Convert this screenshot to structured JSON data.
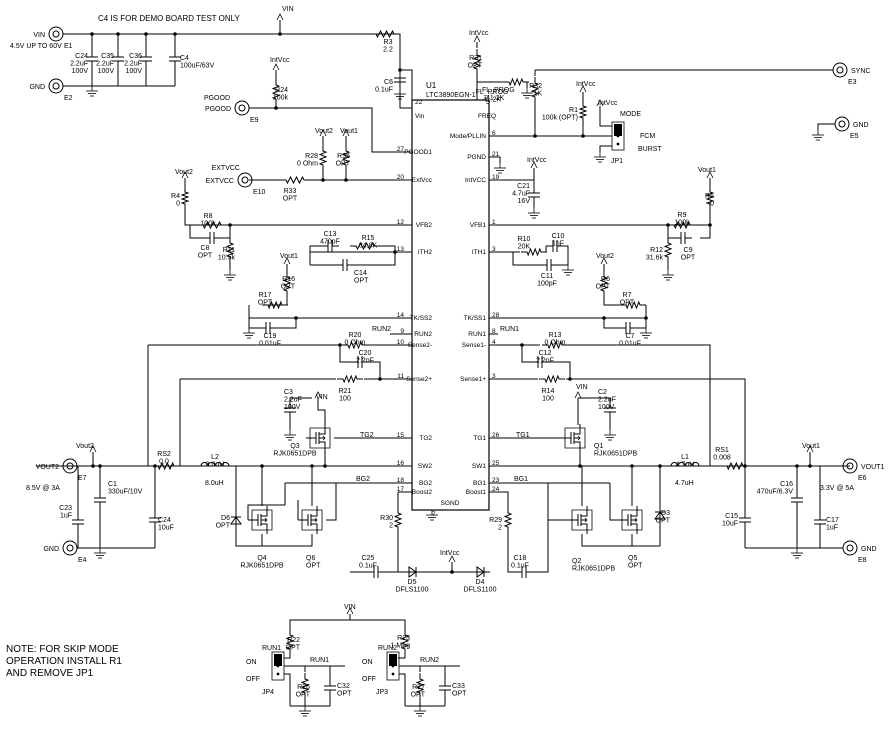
{
  "notes": {
    "c4_demo": "C4 IS FOR DEMO BOARD TEST ONLY",
    "skip_mode": [
      "NOTE:  FOR SKIP MODE",
      "OPERATION INSTALL R1",
      "AND REMOVE JP1"
    ]
  },
  "rails": {
    "vin": "VIN",
    "intvcc": "IntVcc",
    "vout1": "Vout1",
    "vout2": "Vout2"
  },
  "terminals": {
    "e1": {
      "id": "E1",
      "name": "VIN",
      "desc": "4.5V UP TO 60V"
    },
    "e2": {
      "id": "E2",
      "name": "GND"
    },
    "e3": {
      "id": "E3",
      "name": "SYNC"
    },
    "e5": {
      "id": "E5",
      "name": "GND"
    },
    "e9": {
      "id": "E9",
      "name": "PGOOD"
    },
    "e10": {
      "id": "E10",
      "name": "EXTVCC"
    },
    "e7": {
      "id": "E7",
      "name": "VOUT2",
      "desc": "8.5V @ 3A"
    },
    "e4": {
      "id": "E4",
      "name": "GND"
    },
    "e6": {
      "id": "E6",
      "name": "VOUT1",
      "desc": "3.3V @ 5A"
    },
    "e8": {
      "id": "E8",
      "name": "GND"
    }
  },
  "ic": {
    "ref": "U1",
    "part": "LTC3890EGN-1",
    "left_pins": [
      {
        "num": "22",
        "name": "Vin"
      },
      {
        "num": "27",
        "name": "PGOOD1"
      },
      {
        "num": "20",
        "name": "ExtVcc"
      },
      {
        "num": "12",
        "name": "VFB2"
      },
      {
        "num": "13",
        "name": "ITH2"
      },
      {
        "num": "14",
        "name": "TK/SS2"
      },
      {
        "num": "9",
        "name": "RUN2"
      },
      {
        "num": "10",
        "name": "Sense2-"
      },
      {
        "num": "11",
        "name": "Sense2+"
      },
      {
        "num": "15",
        "name": "TG2"
      },
      {
        "num": "16",
        "name": "SW2"
      },
      {
        "num": "18",
        "name": "BG2"
      },
      {
        "num": "17",
        "name": "Boost2"
      }
    ],
    "right_pins": [
      {
        "num": "5",
        "name": "FREQ"
      },
      {
        "num": "6",
        "name": "Mode/PLLIN"
      },
      {
        "num": "21",
        "name": "PGND"
      },
      {
        "num": "19",
        "name": "IntVCC"
      },
      {
        "num": "1",
        "name": "VFB1"
      },
      {
        "num": "3",
        "name": "ITH1"
      },
      {
        "num": "28",
        "name": "TK/SS1"
      },
      {
        "num": "8",
        "name": "RUN1"
      },
      {
        "num": "4",
        "name": "Sense1-"
      },
      {
        "num": "3",
        "name": "Sense1+"
      },
      {
        "num": "26",
        "name": "TG1"
      },
      {
        "num": "25",
        "name": "SW1"
      },
      {
        "num": "23",
        "name": "BG1"
      },
      {
        "num": "24",
        "name": "Boost1"
      }
    ],
    "bottom_pin": {
      "num": "7",
      "name": "SGND"
    }
  },
  "parts": {
    "c24": [
      "C24",
      "2.2uF",
      "100V"
    ],
    "c35": [
      "C35",
      "2.2uF",
      "100V"
    ],
    "c36": [
      "C36",
      "2.2uF",
      "100V"
    ],
    "c4": [
      "C4",
      "100uF/63V"
    ],
    "r3": [
      "R3",
      "2.2"
    ],
    "c6": [
      "C6",
      "0.1uF"
    ],
    "r24": [
      "R24",
      "100k"
    ],
    "r28": [
      "R28",
      "0 Ohm"
    ],
    "r35": [
      "R35",
      "OPT"
    ],
    "r33": [
      "R33",
      "OPT"
    ],
    "r4": [
      "R4",
      "0"
    ],
    "r8": [
      "R8",
      "100k"
    ],
    "c8": [
      "C8",
      "OPT"
    ],
    "r11": [
      "R11",
      "10.5k"
    ],
    "c13": [
      "C13",
      "470pF"
    ],
    "r15": [
      "R15",
      "34.8K"
    ],
    "c14": [
      "C14",
      "OPT"
    ],
    "r16": [
      "R16",
      "OPT"
    ],
    "r17": [
      "R17",
      "OPT"
    ],
    "c19": [
      "C19",
      "0.01uF"
    ],
    "r20": [
      "R20",
      "0 Ohm"
    ],
    "c20": [
      "C20",
      "2.2nF"
    ],
    "r21": [
      "R21",
      "100"
    ],
    "c3": [
      "C3",
      "2.2uF",
      "100V"
    ],
    "q3": [
      "Q3",
      "RJK0651DPB"
    ],
    "rs2": [
      "RS2",
      "0.0"
    ],
    "l2": [
      "L2",
      "8.0uH"
    ],
    "c1": [
      "C1",
      "330uF/10V"
    ],
    "c23": [
      "C23",
      "1uF"
    ],
    "c24b": [
      "C24",
      "10uF"
    ],
    "d6": [
      "D6",
      "OPT"
    ],
    "q4": [
      "Q4",
      "RJK0651DPB"
    ],
    "q6": [
      "Q6",
      "OPT"
    ],
    "r30": [
      "R30",
      "2"
    ],
    "c25": [
      "C25",
      "0.1uF"
    ],
    "d5": [
      "D5",
      "DFLS1100"
    ],
    "d4": [
      "D4",
      "DFLS1100"
    ],
    "r29": [
      "R29",
      "2"
    ],
    "c18": [
      "C18",
      "0.1uF"
    ],
    "r31": [
      "R31",
      "OPT"
    ],
    "fl_prog": [
      "FL_PROG",
      "41.2K"
    ],
    "r32": [
      "R32",
      "1K"
    ],
    "r1": [
      "R1",
      "100k (OPT)"
    ],
    "jp1": [
      "JP1",
      "MODE",
      "FCM",
      "BURST"
    ],
    "c21": [
      "C21",
      "4.7uF",
      "16V"
    ],
    "r9": [
      "R9",
      "100k"
    ],
    "r5": [
      "R5",
      "0"
    ],
    "c9": [
      "C9",
      "OPT"
    ],
    "r12": [
      "R12",
      "31.6k"
    ],
    "r10": [
      "R10",
      "20K"
    ],
    "c10": [
      "C10",
      "1nF"
    ],
    "c11": [
      "C11",
      "100pF"
    ],
    "r6": [
      "R6",
      "OPT"
    ],
    "r7": [
      "R7",
      "OPT"
    ],
    "c7": [
      "C7",
      "0.01uF"
    ],
    "r13": [
      "R13",
      "0 Ohm"
    ],
    "c12": [
      "C12",
      "2.2nF"
    ],
    "r14": [
      "R14",
      "100"
    ],
    "c2": [
      "C2",
      "2.2uF",
      "100V"
    ],
    "q1": [
      "Q1",
      "RJK0651DPB"
    ],
    "rs1": [
      "RS1",
      "0.008"
    ],
    "l1": [
      "L1",
      "4.7uH"
    ],
    "c16": [
      "C16",
      "470uF/6.3V"
    ],
    "c15": [
      "C15",
      "10uF"
    ],
    "c17": [
      "C17",
      "1uF"
    ],
    "d3": [
      "D3",
      "OPT"
    ],
    "q2": [
      "Q2",
      "RJK0651DPB"
    ],
    "q5": [
      "Q5",
      "OPT"
    ],
    "r22": [
      "R22",
      "OPT"
    ],
    "r26": [
      "R26",
      "OPT"
    ],
    "c32": [
      "C32",
      "OPT"
    ],
    "jp4": [
      "JP4",
      "RUN1",
      "ON",
      "OFF"
    ],
    "r23": [
      "R23",
      "1 Meg"
    ],
    "r27": [
      "R27",
      "OPT"
    ],
    "c33": [
      "C33",
      "OPT"
    ],
    "jp3": [
      "JP3",
      "RUN2",
      "ON",
      "OFF"
    ]
  },
  "net_labels": {
    "run2": "RUN2",
    "run1": "RUN1",
    "tg2": "TG2",
    "tg1": "TG1",
    "bg2": "BG2",
    "bg1": "BG1"
  }
}
